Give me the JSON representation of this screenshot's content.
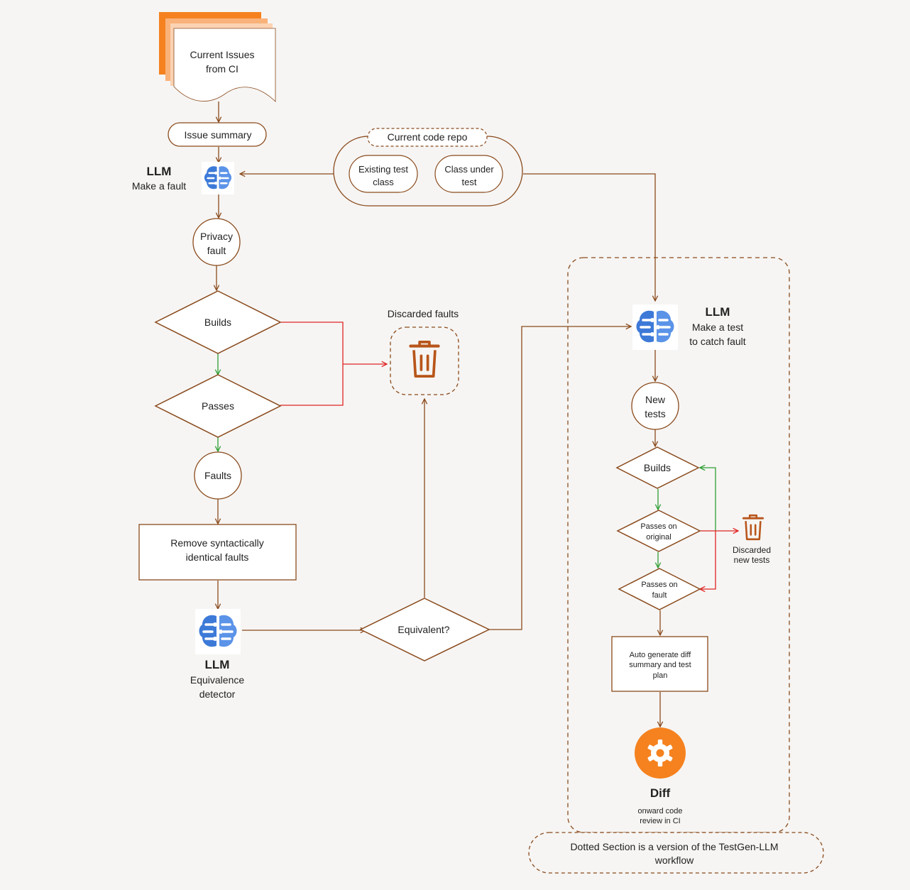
{
  "colors": {
    "stroke": "#8a4a1c",
    "accent": "#f5821f",
    "green": "#2e9e35",
    "red": "#e02424",
    "brain": "#3d7ad8",
    "background": "#f6f5f3"
  },
  "doc": {
    "line1": "Current Issues",
    "line2": "from CI"
  },
  "issue_summary": "Issue summary",
  "llm_fault": {
    "title": "LLM",
    "subtitle": "Make a fault"
  },
  "code_repo": {
    "title": "Current code repo",
    "existing": {
      "line1": "Existing test",
      "line2": "class"
    },
    "class_under": {
      "line1": "Class under",
      "line2": "test"
    }
  },
  "privacy_fault": {
    "line1": "Privacy",
    "line2": "fault"
  },
  "builds_left": "Builds",
  "passes_left": "Passes",
  "faults": "Faults",
  "remove": {
    "line1": "Remove syntactically",
    "line2": "identical faults"
  },
  "llm_equiv": {
    "title": "LLM",
    "line1": "Equivalence",
    "line2": "detector"
  },
  "equivalent": "Equivalent?",
  "discarded_faults": "Discarded faults",
  "llm_test": {
    "title": "LLM",
    "line1": "Make a test",
    "line2": "to catch fault"
  },
  "new_tests": {
    "line1": "New",
    "line2": "tests"
  },
  "builds_right": "Builds",
  "passes_original": {
    "line1": "Passes on",
    "line2": "original"
  },
  "passes_fault": {
    "line1": "Passes on",
    "line2": "fault"
  },
  "discarded_tests": {
    "line1": "Discarded",
    "line2": "new tests"
  },
  "autogen": {
    "line1": "Auto generate diff",
    "line2": "summary and test",
    "line3": "plan"
  },
  "diff": {
    "title": "Diff",
    "line1": "onward code",
    "line2": "review in CI"
  },
  "note": {
    "line1": "Dotted Section is a version of the TestGen-LLM",
    "line2": "workflow"
  }
}
